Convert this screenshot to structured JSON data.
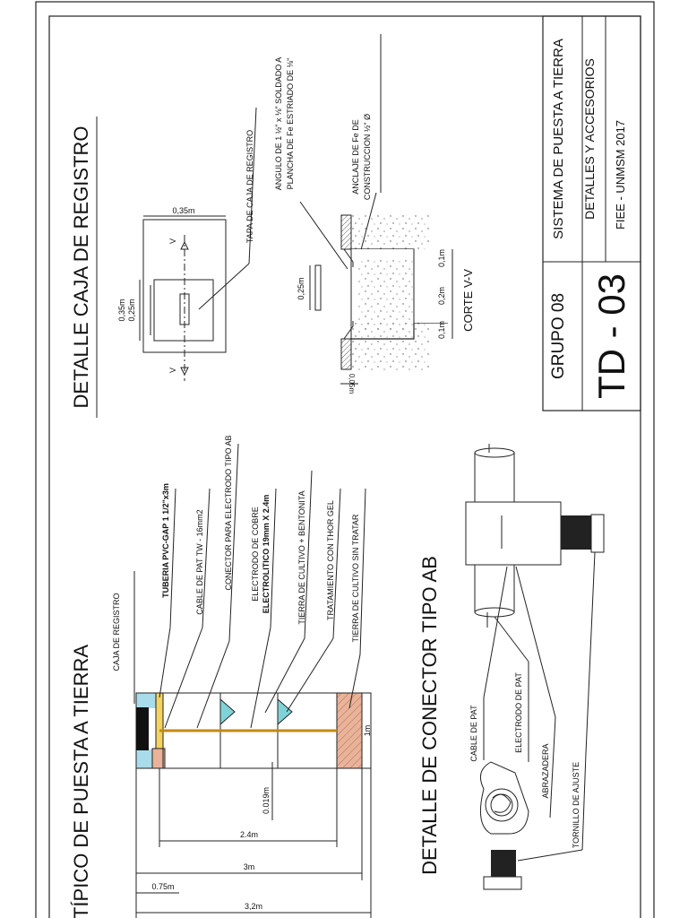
{
  "title_block": {
    "sheet_number": "TD - 03",
    "group": "GRUPO 08",
    "system": "SISTEMA DE PUESTA A TIERRA",
    "subtitle": "DETALLES Y ACCESORIOS",
    "institution": "FIEE - UNMSM 2017"
  },
  "registro": {
    "title": "DETALLE CAJA DE REGISTRO",
    "dim_outer": "0,35m",
    "dim_outer_side": "0,35m",
    "dim_inner": "0,25m",
    "section_marker": "V",
    "lid_label": "TAPA DE CAJA DE REGISTRO",
    "lid_dim": "0,25m",
    "angle_label_line1": "ANGULO DE 1 ½\" x ⅛\" SOLDADO A",
    "angle_label_line2": "PLANCHA DE Fe ESTRIADO DE ⅛\"",
    "anchor_label_line1": "ANCLAJE DE Fe DE",
    "anchor_label_line2": "CONSTRUCCION ½\" Ø",
    "section_title": "CORTE V-V",
    "dim_wall_left": "0,1m",
    "dim_inner_width": "0,2m",
    "dim_wall_right": "0,1m",
    "dim_floor": "0,05m"
  },
  "puesta": {
    "title": "TÍPICO DE PUESTA A TIERRA",
    "labels": [
      "CAJA DE REGISTRO",
      "TUBERIA PVC-GAP 1 1/2\"x3m",
      "CABLE DE PAT TW - 16mm2",
      "CONECTOR PARA ELECTRODO TIPO AB",
      "ELECTRODO DE COBRE",
      "ELECTROLITICO  19mm  X  2.4m",
      "TIERRA DE CULTIVO + BENTONITA",
      "TRATAMIENTO CON THOR GEL",
      "TIERRA DE CULTIVO SIN TRATAR"
    ],
    "dim_diameter": "0.019m",
    "dim_1m": "1m",
    "dim_24": "2.4m",
    "dim_3": "3m",
    "dim_075": "0.75m",
    "dim_32": "3,2m"
  },
  "conector": {
    "title": "DETALLE DE CONECTOR TIPO AB",
    "labels": [
      "CABLE DE PAT",
      "ELECTRODO DE PAT",
      "ABRAZADERA",
      "TORNILLO DE AJUSTE"
    ]
  }
}
